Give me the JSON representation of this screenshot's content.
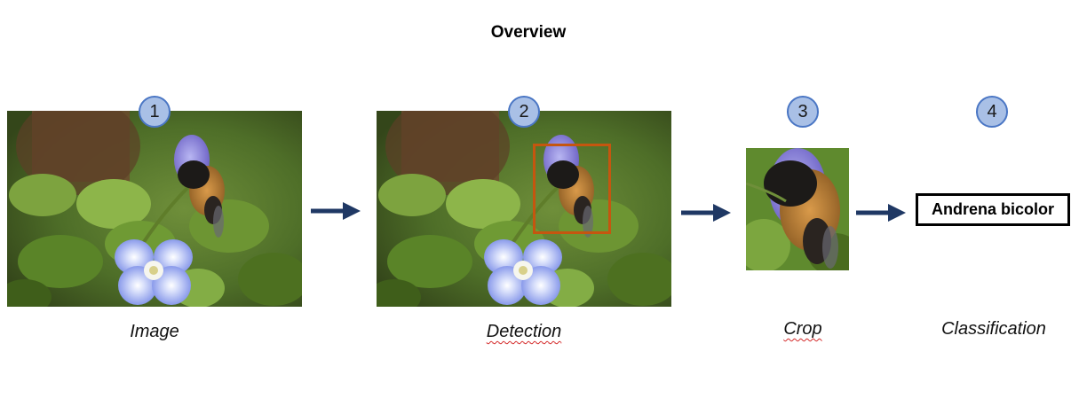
{
  "title": "Overview",
  "steps": [
    {
      "number": "1",
      "caption": "Image"
    },
    {
      "number": "2",
      "caption": "Detection"
    },
    {
      "number": "3",
      "caption": "Crop"
    },
    {
      "number": "4",
      "caption": "Classification"
    }
  ],
  "result_label": "Andrena bicolor",
  "colors": {
    "arrow": "#1f3864",
    "detection_box": "#c5560f",
    "step_fill": "#a9c0e6",
    "step_border": "#4a76c4",
    "spellcheck_underline": "#d42a2a"
  }
}
